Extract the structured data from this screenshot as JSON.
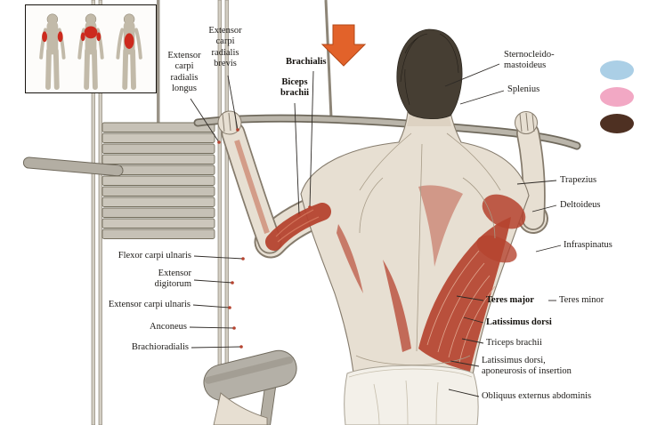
{
  "labels": {
    "extensor_carpi_radialis_brevis": "Extensor\ncarpi\nradialis\nbrevis",
    "extensor_carpi_radialis_longus": "Extensor\ncarpi\nradialis\nlongus",
    "brachialis": "Brachialis",
    "biceps_brachii": "Biceps\nbrachii",
    "flexor_carpi_ulnaris": "Flexor carpi ulnaris",
    "extensor_digitorum": "Extensor\ndigitorum",
    "extensor_carpi_ulnaris": "Extensor carpi ulnaris",
    "anconeus": "Anconeus",
    "brachioradialis": "Brachioradialis",
    "sternocleido_mastoideus": "Sternocleido-\nmastoideus",
    "splenius": "Splenius",
    "trapezius": "Trapezius",
    "deltoideus": "Deltoideus",
    "infraspinatus": "Infraspinatus",
    "teres_major": "Teres major",
    "teres_minor": "Teres minor",
    "latissimus_dorsi": "Latissimus dorsi",
    "triceps_brachii": "Triceps brachii",
    "latissimus_dorsi_aponeurosis": "Latissimus dorsi,\naponeurosis of insertion",
    "obliquus_externus_abdominis": "Obliquus externus abdominis"
  },
  "legend": {
    "swatches": [
      {
        "name": "light-blue",
        "hex": "#abcfe6"
      },
      {
        "name": "pink",
        "hex": "#f2a8c4"
      },
      {
        "name": "dark-brown",
        "hex": "#4e3022"
      }
    ]
  },
  "colors": {
    "muscle_highlight": "#b5432f",
    "arrow": "#e2622a"
  }
}
